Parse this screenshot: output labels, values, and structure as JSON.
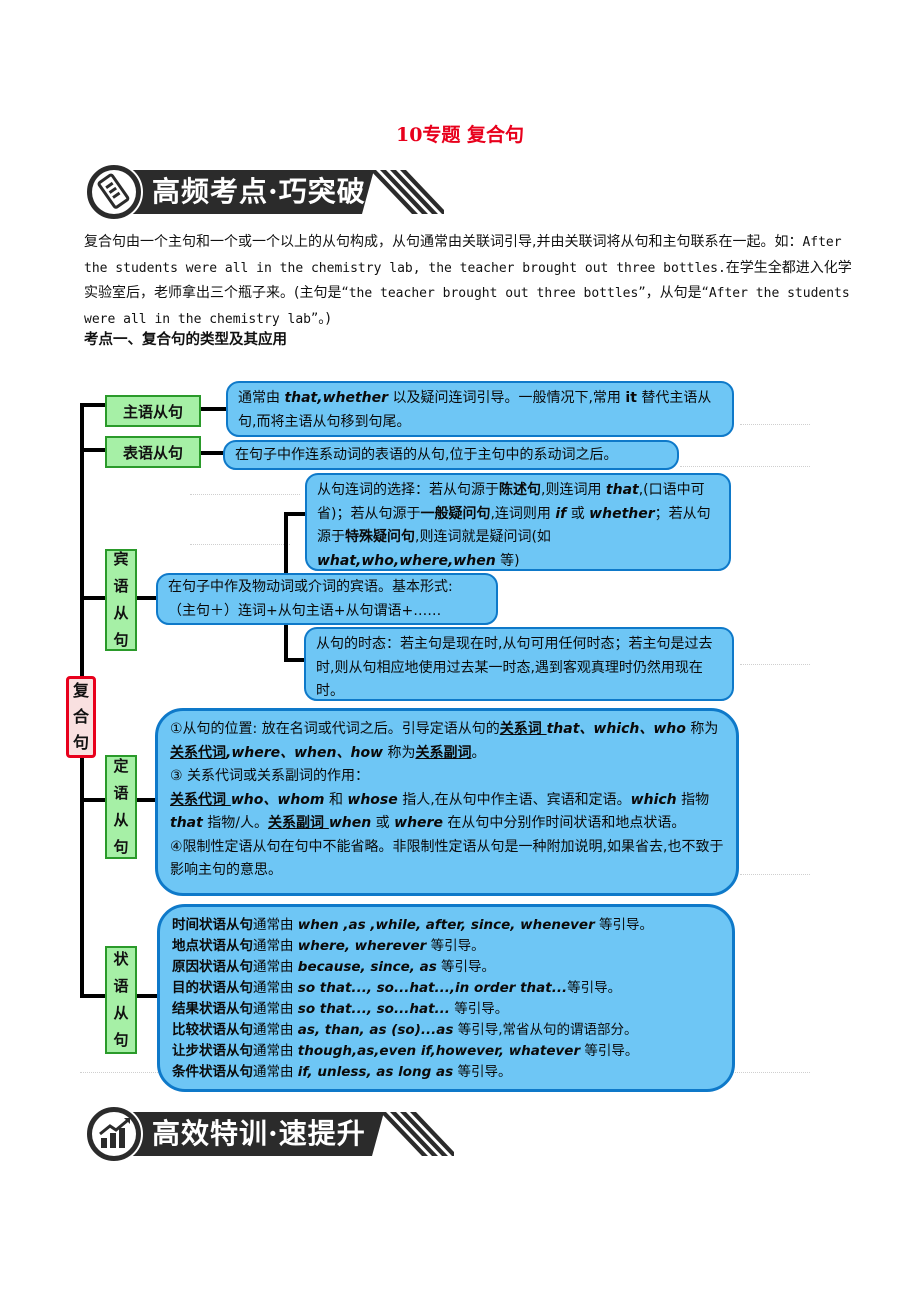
{
  "title": "10专题  复合句",
  "banner1": {
    "text": "高频考点·巧突破",
    "icon": "bookmark-icon"
  },
  "banner2": {
    "text": "高效特训·速提升",
    "icon": "chart-icon"
  },
  "intro": {
    "p1": "复合句由一个主句和一个或一个以上的从句构成，从句通常由关联词引导,并由关联词将从句和主句联系在一起。如：",
    "en1": "After the students were all in the chemistry lab, the teacher brought out three bottles.",
    "p2": "在学生全都进入化学实验室后，老师拿出三个瓶子来。(主句是“",
    "en2": "the teacher brought out three bottles",
    "p3": "”，从句是“",
    "en3": "After the students were all in the chemistry lab",
    "p4": "”。)"
  },
  "section_heading": "考点一、复合句的类型及其应用",
  "tree": {
    "root": [
      "复",
      "合",
      "句"
    ],
    "subject": {
      "label": "主语从句",
      "t1": "通常由 ",
      "k1": "that,whether",
      "t2": " 以及疑问连词引导。一般情况下,常用 ",
      "k2": "it",
      "t3": " 替代主语从句,而将主语从句移到句尾。"
    },
    "predicative": {
      "label": "表语从句",
      "t1": "在句子中作连系动词的表语的从句,位于主句中的系动词之后。"
    },
    "object": {
      "label": [
        "宾",
        "语",
        "从",
        "句"
      ],
      "main": {
        "l1": "在句子中作及物动词或介词的宾语。基本形式:",
        "l2": "（主句＋）连词+从句主语+从句谓语+……"
      },
      "choice": {
        "t1": "从句连词的选择：若从句源于",
        "b1": "陈述句",
        "t2": ",则连词用 ",
        "k1": "that",
        "t3": ",(口语中可省)；若从句源于",
        "b2": "一般疑问句",
        "t4": ",连词则用 ",
        "k2": "if",
        "t5": " 或 ",
        "k3": "whether",
        "t6": "；若从句源于",
        "b3": "特殊疑问句",
        "t7": ",则连词就是疑问词(如 ",
        "k4": "what,who,where,when",
        "t8": " 等)"
      },
      "tense": {
        "t1": "从句的时态：若主句是现在时,从句可用任何时态；若主句是过去时,则从句相应地使用过去某一时态,遇到客观真理时仍然用现在时。"
      }
    },
    "attributive": {
      "label": [
        "定",
        "语",
        "从",
        "句"
      ],
      "a1": "①从句的位置: 放在名词或代词之后。引导定语从句的",
      "u1": "关系词 ",
      "k1": "that、which、who",
      "a2": " 称为",
      "u2": "关系代词",
      "k2": ",where、when、how",
      "a3": " 称为",
      "u3": "关系副词",
      "a4": "。",
      "b1": "③ 关系代词或关系副词的作用：",
      "u4": "关系代词 ",
      "k3": "who、whom",
      "b2": " 和 ",
      "k4": "whose",
      "b3": " 指人,在从句中作主语、宾语和定语。",
      "k5": "which",
      "b4": " 指物 ",
      "k6": "that",
      "b5": " 指物/人。",
      "u5": "关系副词 ",
      "k7": "when",
      "b6": " 或 ",
      "k8": "where",
      "b7": " 在从句中分别作时间状语和地点状语。",
      "c1": "④限制性定语从句在句中不能省略。非限制性定语从句是一种附加说明,如果省去,也不致于影响主句的意思。"
    },
    "adverbial": {
      "label": [
        "状",
        "语",
        "从",
        "句"
      ],
      "rows": [
        {
          "name": "时间状语从句",
          "pre": "通常由 ",
          "words": "when ,as ,while, after, since, whenever",
          "post": "  等引导。"
        },
        {
          "name": "地点状语从句",
          "pre": "通常由  ",
          "words": "where, wherever",
          "post": " 等引导。"
        },
        {
          "name": "原因状语从句",
          "pre": "通常由 ",
          "words": "because, since, as",
          "post": " 等引导。"
        },
        {
          "name": "目的状语从句",
          "pre": "通常由 ",
          "words": "so that..., so...hat...,in order that...",
          "post": "等引导。"
        },
        {
          "name": "结果状语从句",
          "pre": "通常由 ",
          "words": "so that..., so...hat...",
          "post": "  等引导。"
        },
        {
          "name": "比较状语从句",
          "pre": "通常由 ",
          "words": "as, than, as (so)...as",
          "post": " 等引导,常省从句的谓语部分。"
        },
        {
          "name": "让步状语从句",
          "pre": "通常由 ",
          "words": "though,as,even if,however, whatever",
          "post": " 等引导。"
        },
        {
          "name": "条件状语从句",
          "pre": "通常由 ",
          "words": "if, unless, as long as",
          "post": " 等引导。"
        }
      ]
    }
  }
}
